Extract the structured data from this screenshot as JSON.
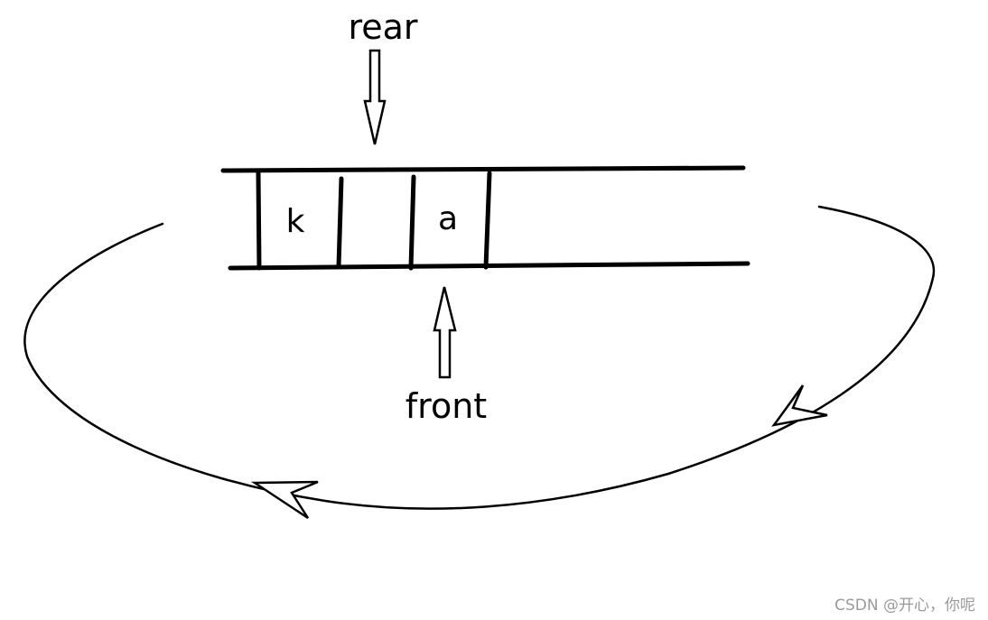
{
  "pointers": {
    "rear": "rear",
    "front": "front"
  },
  "cells": [
    {
      "value": "k"
    },
    {
      "value": ""
    },
    {
      "value": "a"
    }
  ],
  "watermark": "CSDN @开心，你呢",
  "colors": {
    "stroke": "#000000",
    "background": "#ffffff",
    "watermark": "#9a9a9a"
  }
}
